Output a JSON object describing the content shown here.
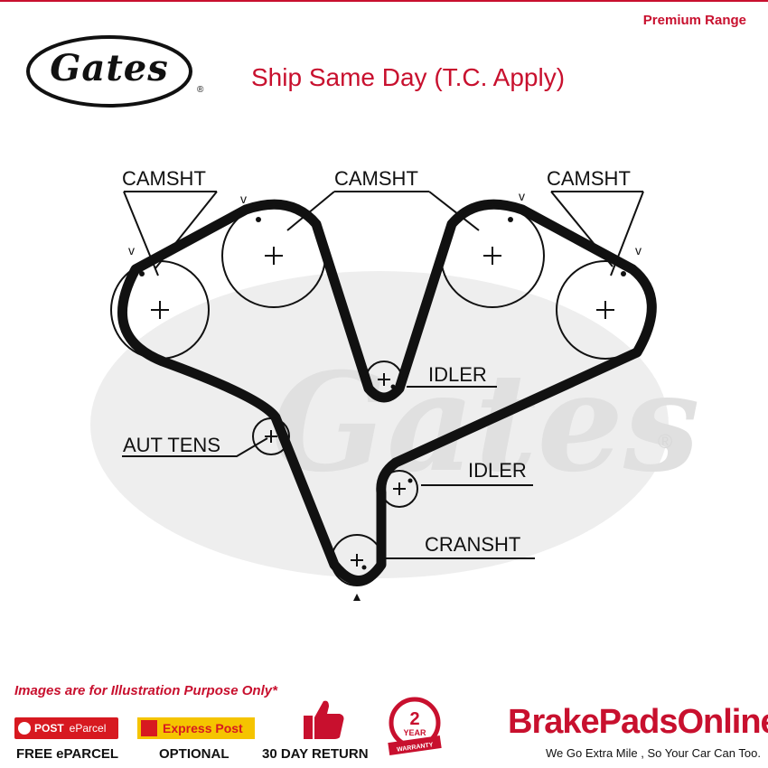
{
  "header": {
    "premium_label": "Premium Range",
    "logo_text": "Gates",
    "logo_reg": "®",
    "ship_text": "Ship Same Day (T.C. Apply)"
  },
  "diagram": {
    "labels": {
      "camsht_left": "CAMSHT",
      "camsht_center": "CAMSHT",
      "camsht_right": "CAMSHT",
      "idler_upper": "IDLER",
      "idler_lower": "IDLER",
      "aut_tens": "AUT TENS",
      "cranksht": "CRANSHT"
    },
    "watermark_reg": "®"
  },
  "footer": {
    "disclaimer": "Images are for Illustration Purpose Only*",
    "post_logo": "POST",
    "post_sub": "eParcel",
    "free_eparcel": "FREE ePARCEL",
    "express_logo": "Express Post",
    "optional": "OPTIONAL",
    "return_label": "30 DAY RETURN",
    "warranty_num": "2",
    "warranty_year": "YEAR",
    "warranty_word": "WARRANTY",
    "brand": "BrakePadsOnline",
    "tagline": "We Go Extra Mile , So Your Car Can Too."
  },
  "colors": {
    "accent": "#c8102e",
    "belt": "#111111",
    "watermark": "#e6e6e6"
  }
}
